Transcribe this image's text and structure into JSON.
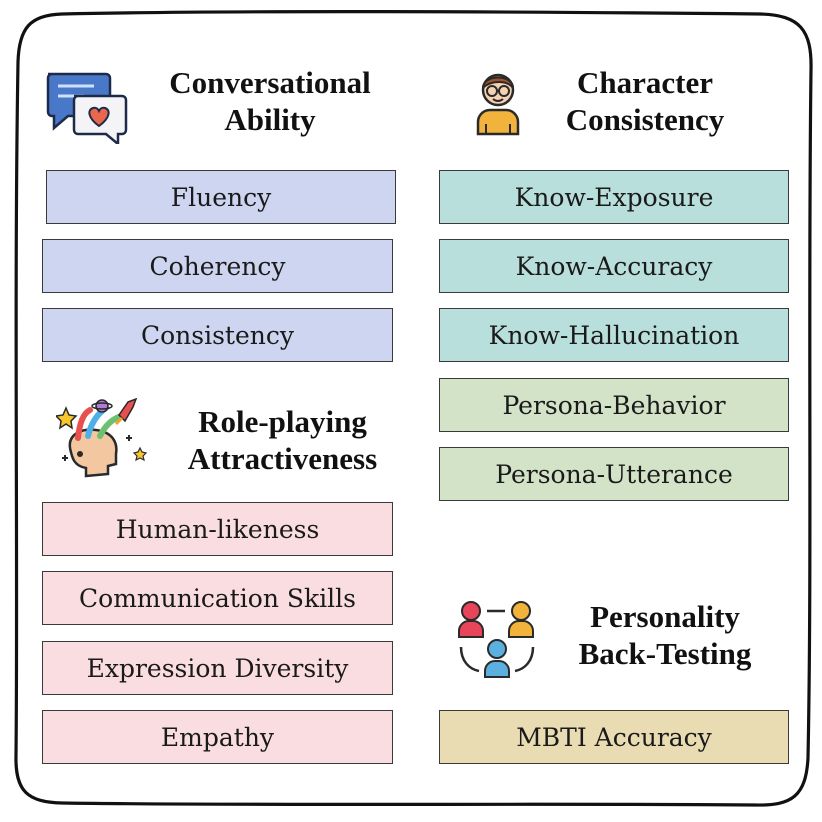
{
  "sections": {
    "conversational": {
      "title_line1": "Conversational",
      "title_line2": "Ability",
      "icon": "chat-heart-icon",
      "items": [
        "Fluency",
        "Coherency",
        "Consistency"
      ]
    },
    "character": {
      "title_line1": "Character",
      "title_line2": "Consistency",
      "icon": "person-glasses-icon",
      "items": [
        "Know-Exposure",
        "Know-Accuracy",
        "Know-Hallucination",
        "Persona-Behavior",
        "Persona-Utterance"
      ]
    },
    "roleplaying": {
      "title_line1": "Role-playing",
      "title_line2": "Attractiveness",
      "icon": "creative-mind-icon",
      "items": [
        "Human-likeness",
        "Communication Skills",
        "Expression Diversity",
        "Empathy"
      ]
    },
    "personality": {
      "title_line1": "Personality",
      "title_line2": "Back-Testing",
      "icon": "people-network-icon",
      "items": [
        "MBTI Accuracy"
      ]
    }
  },
  "colors": {
    "conversational": "#cdd5f0",
    "knowledge": "#b8dfdc",
    "persona": "#d3e3c8",
    "roleplaying": "#f9dde0",
    "personality": "#e9dcb3"
  }
}
